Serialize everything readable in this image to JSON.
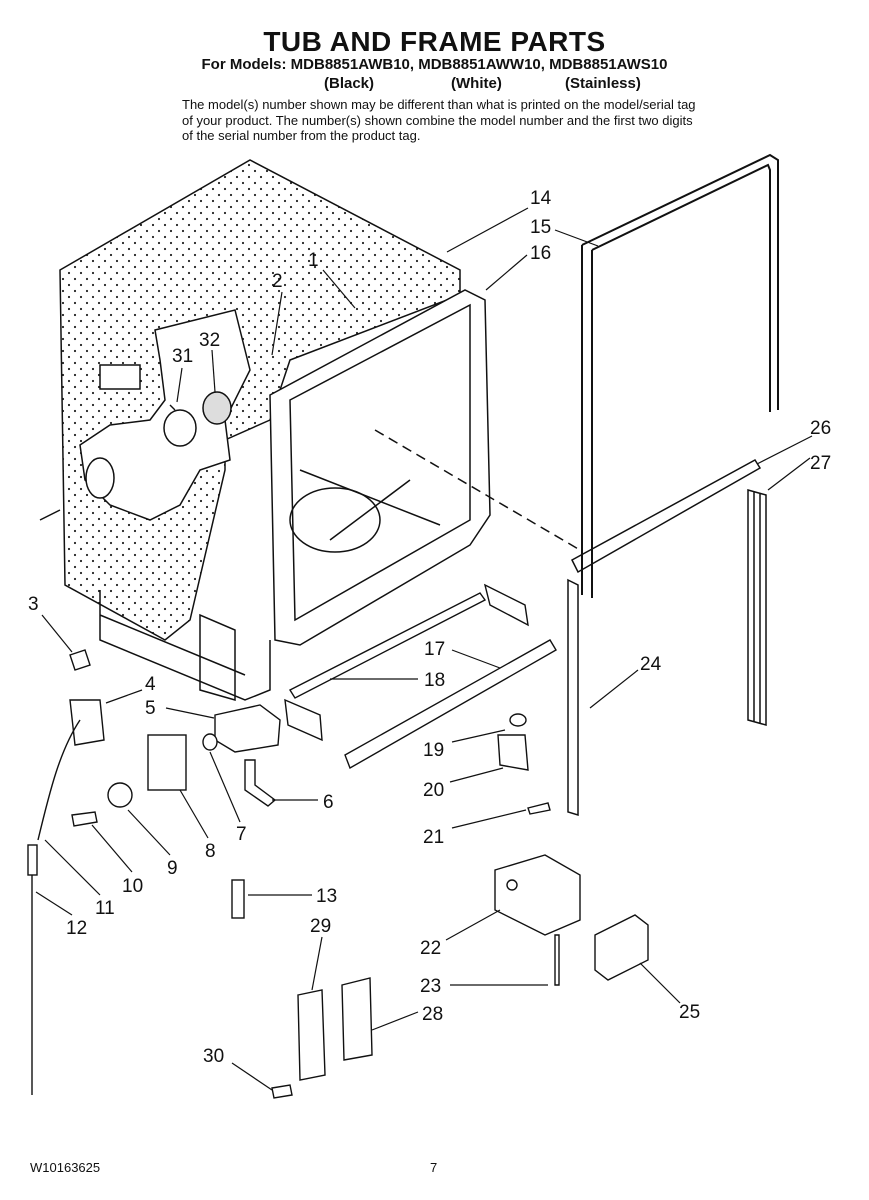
{
  "header": {
    "title": "TUB AND FRAME PARTS",
    "models_line": "For Models: MDB8851AWB10, MDB8851AWW10, MDB8851AWS10",
    "finish": [
      "(Black)",
      "(White)",
      "(Stainless)"
    ],
    "notice": "The model(s) number shown may be different than what is printed on the model/serial tag of your product. The number(s) shown combine the model number and the first two digits of the serial number from the product tag."
  },
  "callouts": {
    "c1": "1",
    "c2": "2",
    "c3": "3",
    "c4": "4",
    "c5": "5",
    "c6": "6",
    "c7": "7",
    "c8": "8",
    "c9": "9",
    "c10": "10",
    "c11": "11",
    "c12": "12",
    "c13": "13",
    "c14": "14",
    "c15": "15",
    "c16": "16",
    "c17": "17",
    "c18": "18",
    "c19": "19",
    "c20": "20",
    "c21": "21",
    "c22": "22",
    "c23": "23",
    "c24": "24",
    "c25": "25",
    "c26": "26",
    "c27": "27",
    "c28": "28",
    "c29": "29",
    "c30": "30",
    "c31": "31",
    "c32": "32"
  },
  "footer": {
    "doc_number": "W10163625",
    "page_number": "7"
  }
}
